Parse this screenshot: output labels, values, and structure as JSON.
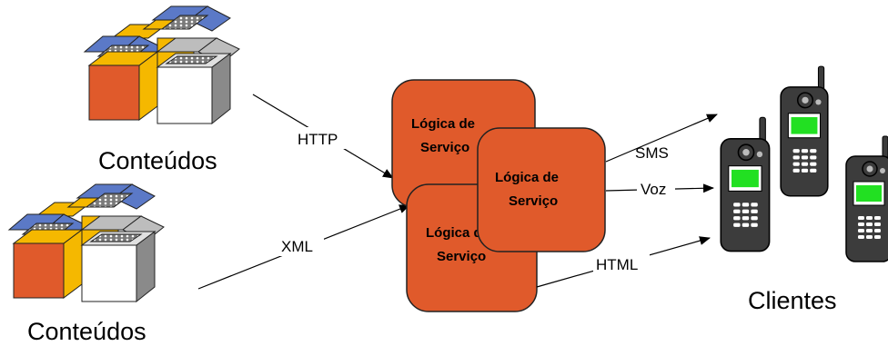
{
  "sources": {
    "top_label": "Conteúdos",
    "bottom_label": "Conteúdos"
  },
  "service": {
    "back_line1": "Lógica de",
    "back_line2": "Serviço",
    "middle_line1": "Lógica de",
    "middle_line2": "Serviço",
    "front_line1": "Lógica de",
    "front_line2": "Serviço"
  },
  "edges": {
    "http": "HTTP",
    "xml": "XML",
    "sms": "SMS",
    "voz": "Voz",
    "html": "HTML"
  },
  "clients": {
    "label": "Clientes"
  },
  "colors": {
    "service_box": "#e05a2b",
    "phone_body": "#3c3c3c",
    "phone_screen": "#22e022",
    "box_orange": "#e05a2b",
    "box_yellow": "#f5b800",
    "box_blue": "#5b79c7",
    "box_gray": "#888888"
  }
}
